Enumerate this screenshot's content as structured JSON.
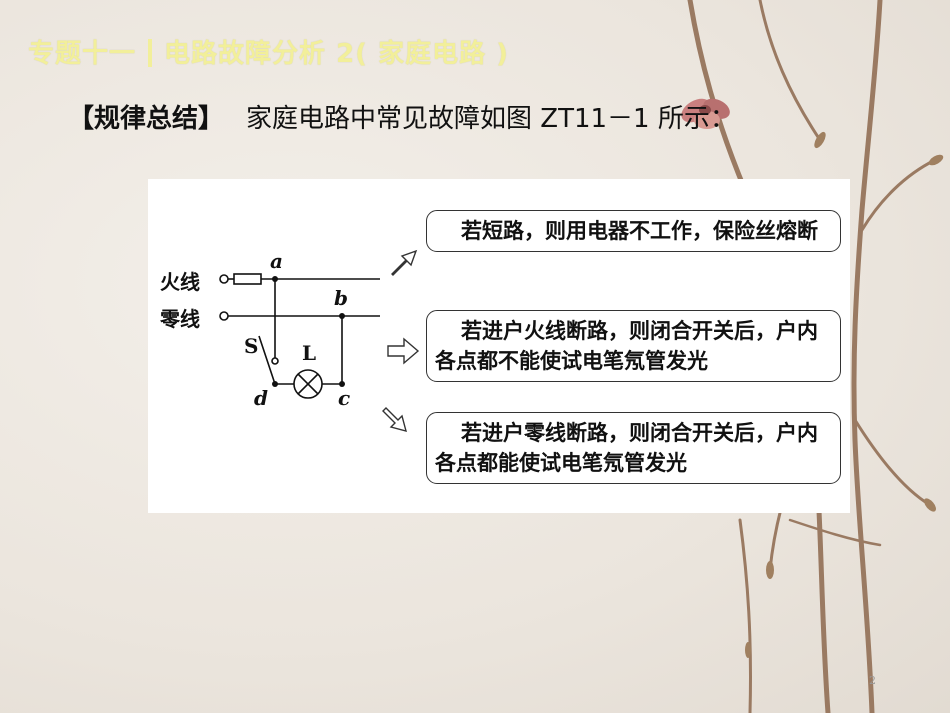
{
  "slide": {
    "title_part1": "专题十一",
    "title_part2": "电路故障分析 2( 家庭电路 )",
    "summary_label": "【规律总结】",
    "summary_text": "家庭电路中常见故障如图 ZT11－1 所示：",
    "page_number": "2"
  },
  "circuit": {
    "live_wire_label": "火线",
    "neutral_wire_label": "零线",
    "point_a": "a",
    "point_b": "b",
    "point_c": "c",
    "point_d": "d",
    "switch_label": "S",
    "lamp_label": "L"
  },
  "faults": [
    {
      "text": "若短路，则用电器不工作，保险丝熔断"
    },
    {
      "text": "若进户火线断路，则闭合开关后，户内各点都不能使试电笔氖管发光"
    },
    {
      "text": "若进户零线断路，则闭合开关后，户内各点都能使试电笔氖管发光"
    }
  ],
  "colors": {
    "title": "#f2ef9a",
    "background": "#ece7e0"
  }
}
